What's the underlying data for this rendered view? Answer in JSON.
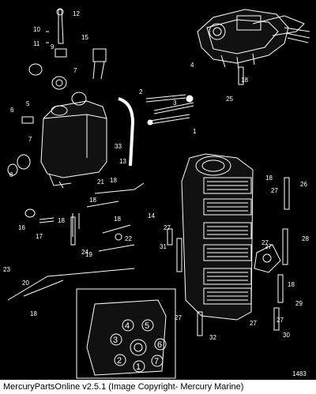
{
  "diagram": {
    "part_number_tag": "1483",
    "callouts": [
      "1",
      "2",
      "3",
      "4",
      "5",
      "6",
      "7",
      "7",
      "8",
      "9",
      "10",
      "11",
      "12",
      "13",
      "14",
      "15",
      "16",
      "17",
      "18",
      "18",
      "18",
      "18",
      "18",
      "18",
      "18",
      "18",
      "19",
      "20",
      "21",
      "22",
      "23",
      "24",
      "25",
      "26",
      "27",
      "27",
      "27",
      "27",
      "27",
      "27",
      "27",
      "28",
      "29",
      "30",
      "31",
      "32",
      "33"
    ],
    "torque_sequence": [
      "1",
      "2",
      "3",
      "4",
      "5",
      "6",
      "7"
    ]
  },
  "footer": {
    "text": "MercuryPartsOnline v2.5.1 (Image Copyright- Mercury Marine)"
  },
  "colors": {
    "background": "#000000",
    "linework": "#ffffff",
    "footer_bg": "#ffffff",
    "footer_text": "#000000"
  }
}
